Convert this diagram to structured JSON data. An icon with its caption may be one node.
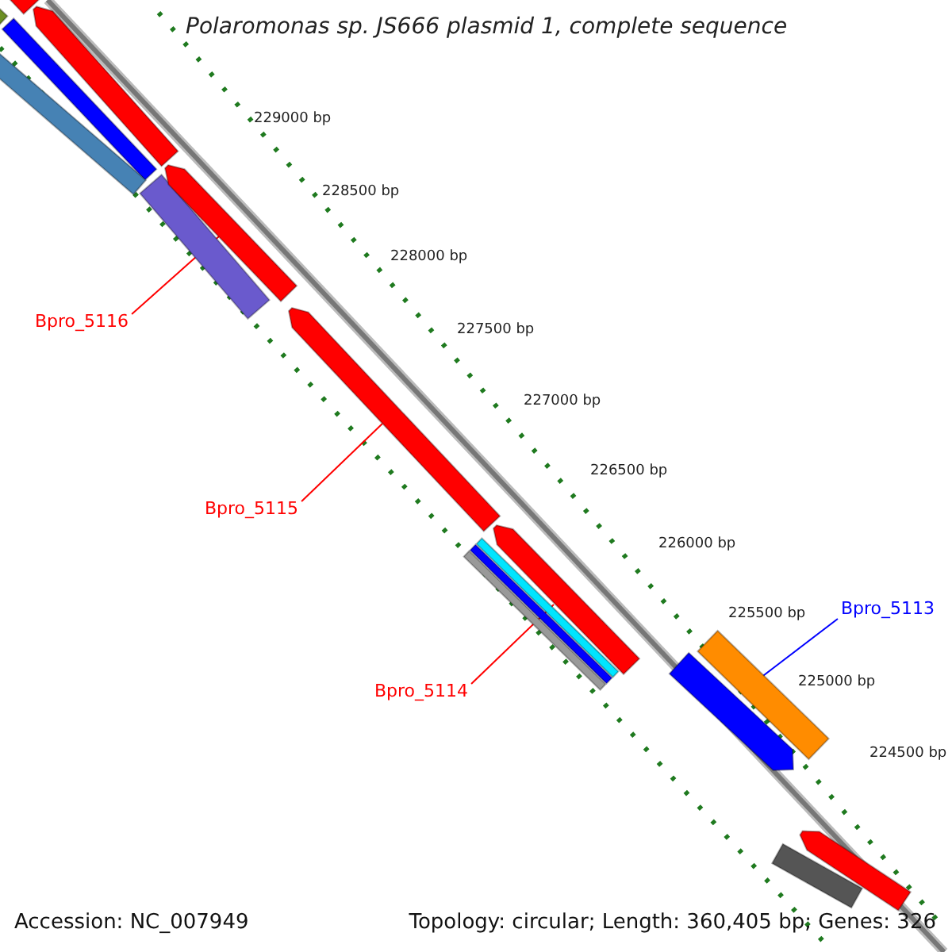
{
  "diagram": {
    "title": "Polaromonas sp. JS666 plasmid 1, complete sequence",
    "nodes": [
      {
        "text": [],
        "shape": "bar"
      },
      {
        "text": [],
        "shape": "bar"
      },
      {
        "text": [],
        "shape": "bar"
      },
      {
        "text": [],
        "shape": "bar"
      },
      {
        "text": [],
        "shape": "bar"
      },
      {
        "text": [],
        "shape": "bar"
      },
      {
        "text": [
          "Bpro_5116"
        ]
      },
      {
        "text": [],
        "shape": "bar"
      },
      {
        "text": [
          "Bpro_5115"
        ]
      },
      {
        "text": [],
        "shape": "bar"
      },
      {
        "text": [],
        "shape": "bar"
      },
      {
        "text": [],
        "shape": "bar"
      },
      {
        "text": [],
        "shape": "bar"
      },
      {
        "text": [],
        "shape": "bar"
      },
      {
        "text": [
          "Bpro_5114"
        ]
      },
      {
        "text": [],
        "shape": "bar"
      },
      {
        "text": [],
        "shape": "bar"
      },
      {
        "text": [
          "Bpro_5113"
        ]
      },
      {
        "text": [],
        "shape": "bar"
      },
      {
        "text": [],
        "shape": "bar"
      }
    ],
    "edges": [
      {
        "from": 6,
        "to": 7,
        "arrow": "none"
      },
      {
        "from": 8,
        "to": 9,
        "arrow": "none"
      },
      {
        "from": 14,
        "to": 13,
        "arrow": "none"
      },
      {
        "from": 17,
        "to": 16,
        "arrow": "none",
        "color": "#0000ff"
      }
    ],
    "labels": [
      "229000 bp",
      "228500 bp",
      "228000 bp",
      "227500 bp",
      "227000 bp",
      "226500 bp",
      "226000 bp",
      "225500 bp",
      "225000 bp",
      "224500 bp",
      "Accession: NC_007949",
      "Topology: circular; Length: 360,405 bp; Genes: 326"
    ]
  }
}
